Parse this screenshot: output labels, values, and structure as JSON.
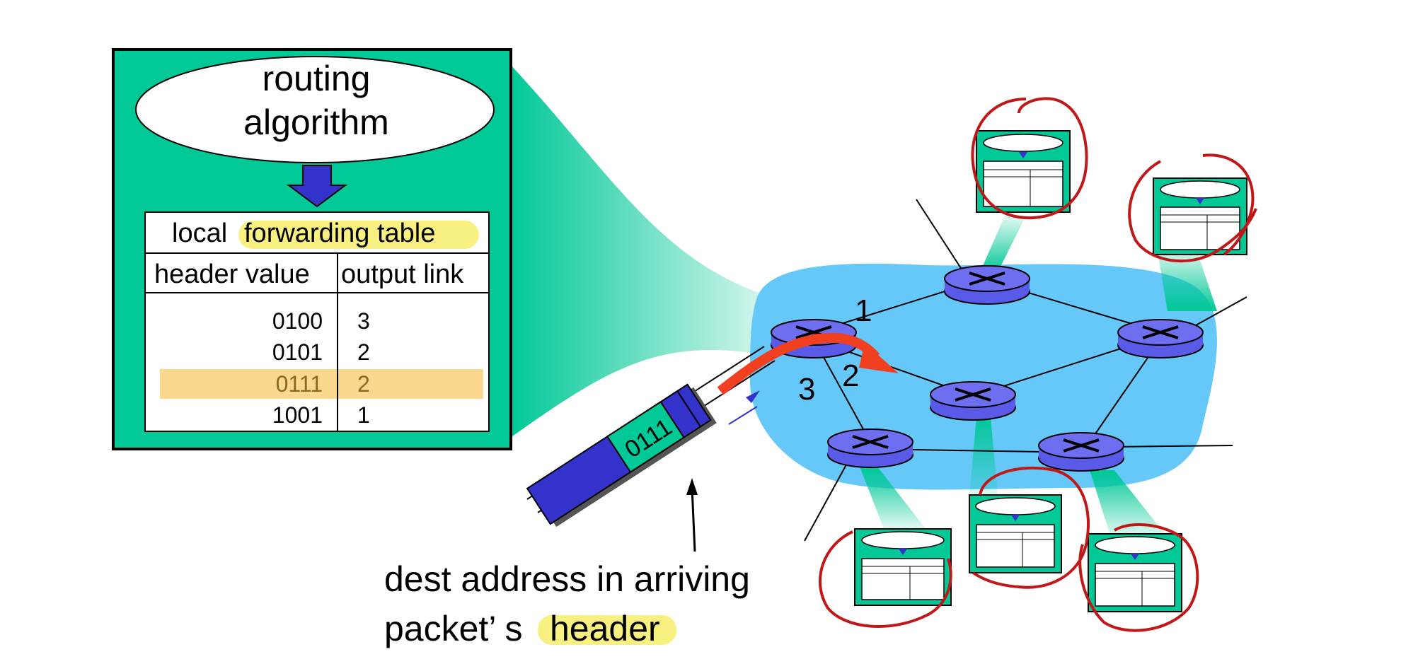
{
  "routing": {
    "algorithm_line1": "routing",
    "algorithm_line2": "algorithm"
  },
  "table": {
    "title_prefix": "local",
    "title_highlight": "forwarding table",
    "col_header_value": "header value",
    "col_output_link": "output link",
    "rows": [
      {
        "value": "0100",
        "link": "3"
      },
      {
        "value": "0101",
        "link": "2"
      },
      {
        "value": "0111",
        "link": "2",
        "highlighted": true
      },
      {
        "value": "1001",
        "link": "1"
      }
    ]
  },
  "network": {
    "link_labels": [
      "1",
      "2",
      "3"
    ]
  },
  "packet": {
    "header_value": "0111"
  },
  "caption": {
    "line1": "dest address in arriving",
    "line2_prefix": "packet’ s",
    "line2_highlight": "header"
  },
  "colors": {
    "teal": "#00c896",
    "cloud": "#66c8f8",
    "router": "#5a5ae8",
    "arrow_red": "#f04020",
    "annotation_red": "#c01818",
    "highlight_yellow": "#f8f080",
    "row_highlight": "#fbd890"
  }
}
